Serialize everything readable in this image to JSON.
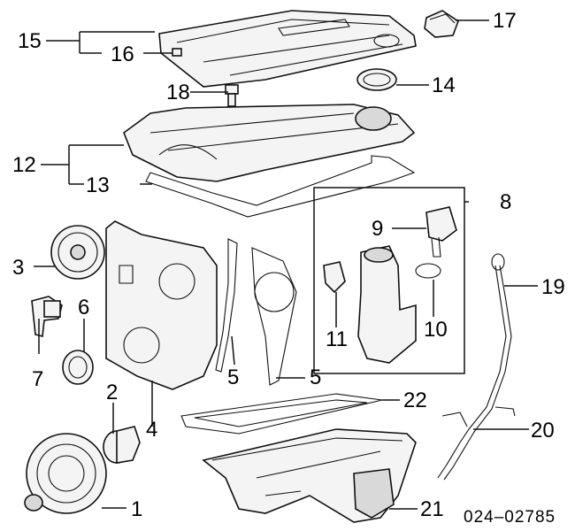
{
  "callouts": {
    "c1": "1",
    "c2": "2",
    "c3": "3",
    "c4": "4",
    "c5a": "5",
    "c5b": "5",
    "c6": "6",
    "c7": "7",
    "c8": "8",
    "c9": "9",
    "c10": "10",
    "c11": "11",
    "c12": "12",
    "c13": "13",
    "c14": "14",
    "c15": "15",
    "c16": "16",
    "c17": "17",
    "c18": "18",
    "c19": "19",
    "c20": "20",
    "c21": "21",
    "c22": "22"
  },
  "reference_code": "024–02785"
}
